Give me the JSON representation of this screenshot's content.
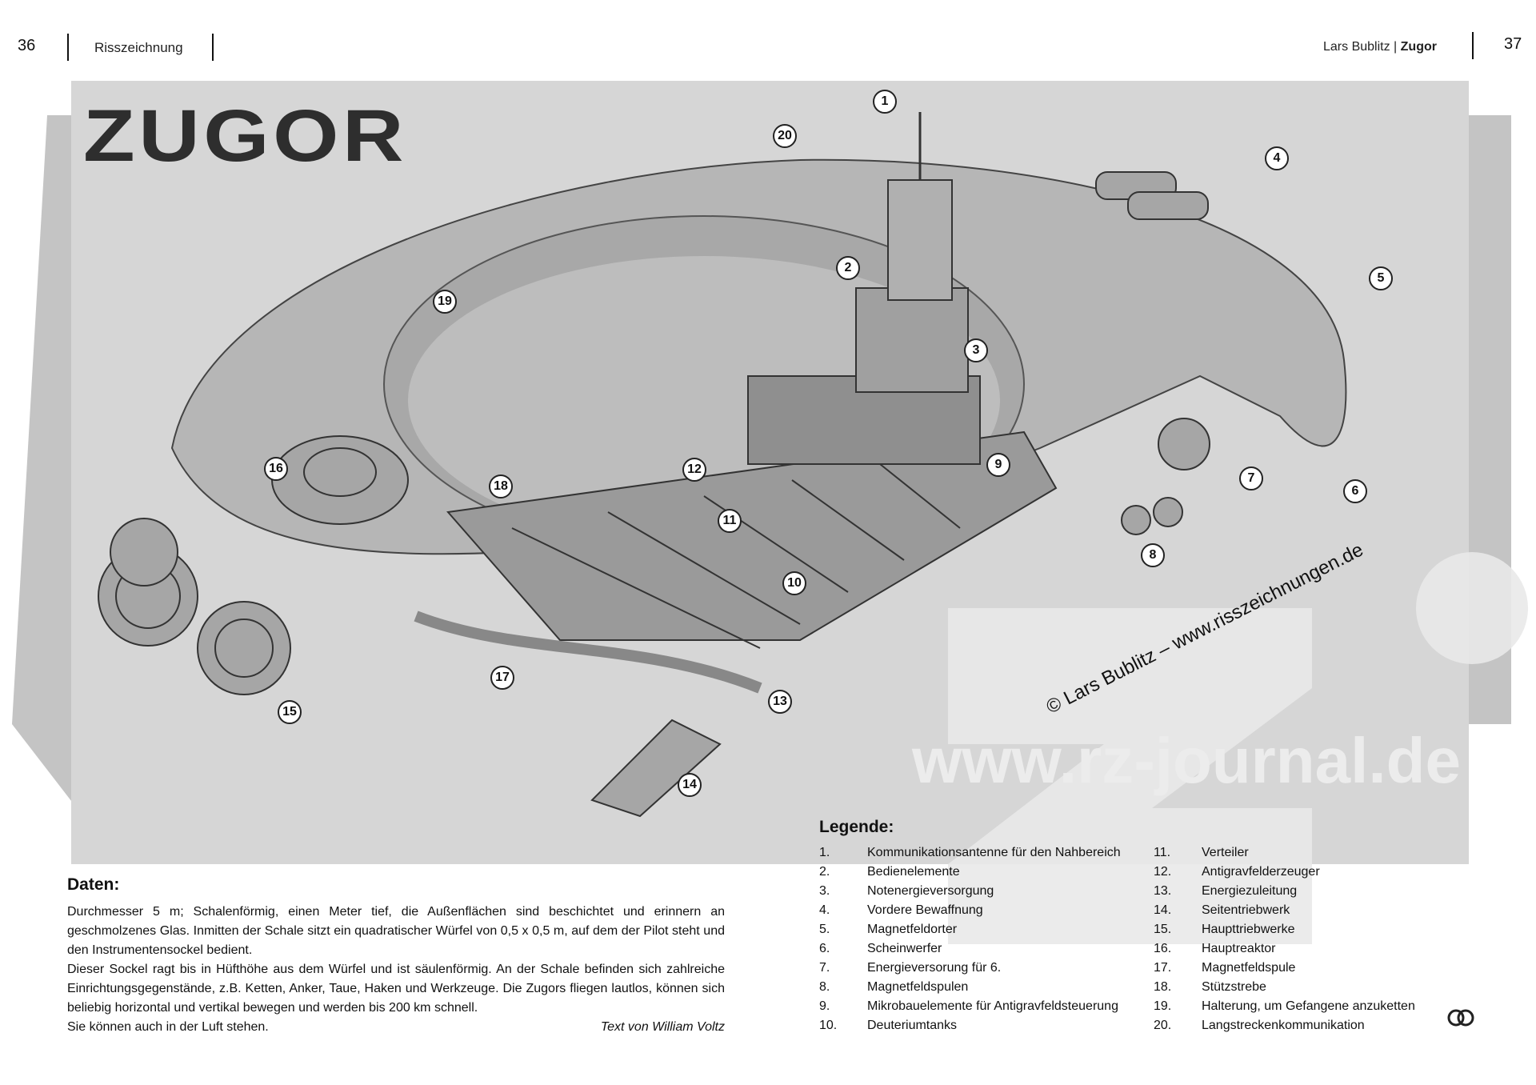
{
  "header": {
    "left_page_number": "36",
    "left_section": "Risszeichnung",
    "right_author": "Lars Bublitz",
    "right_title": "Zugor",
    "right_page_number": "37",
    "separator": "|"
  },
  "title": "ZUGOR",
  "copyright": "© Lars Bublitz – www.risszeichnungen.de",
  "callouts": [
    "1",
    "2",
    "3",
    "4",
    "5",
    "6",
    "7",
    "8",
    "9",
    "10",
    "11",
    "12",
    "13",
    "14",
    "15",
    "16",
    "17",
    "18",
    "19",
    "20"
  ],
  "daten": {
    "heading": "Daten:",
    "paragraph1": "Durchmesser 5 m; Schalenförmig, einen Meter tief, die Außenflächen sind beschichtet und erinnern an geschmolzenes Glas. Inmitten der Schale sitzt ein quadratischer Würfel von 0,5 x 0,5 m, auf dem der Pilot steht und den Instrumentensockel bedient.",
    "paragraph2": "Dieser Sockel ragt bis in Hüfthöhe aus dem Würfel und ist säulenförmig. An der Schale befinden sich zahlreiche Einrichtungsgegenstände, z.B. Ketten, Anker, Taue, Haken und Werkzeuge. Die Zugors fliegen lautlos, können sich beliebig horizontal und vertikal bewegen und werden bis 200 km schnell.",
    "paragraph3": "Sie können auch in der Luft stehen.",
    "author": "Text von William Voltz"
  },
  "legend": {
    "heading": "Legende:",
    "items": [
      {
        "n": "1.",
        "t": "Kommunikationsantenne für den Nahbereich"
      },
      {
        "n": "2.",
        "t": "Bedienelemente"
      },
      {
        "n": "3.",
        "t": "Notenergieversorgung"
      },
      {
        "n": "4.",
        "t": "Vordere Bewaffnung"
      },
      {
        "n": "5.",
        "t": "Magnetfeldorter"
      },
      {
        "n": "6.",
        "t": "Scheinwerfer"
      },
      {
        "n": "7.",
        "t": "Energieversorung für 6."
      },
      {
        "n": "8.",
        "t": "Magnetfeldspulen"
      },
      {
        "n": "9.",
        "t": "Mikrobauelemente für Antigravfeldsteuerung"
      },
      {
        "n": "10.",
        "t": "Deuteriumtanks"
      },
      {
        "n": "11.",
        "t": "Verteiler"
      },
      {
        "n": "12.",
        "t": "Antigravfelderzeuger"
      },
      {
        "n": "13.",
        "t": "Energiezuleitung"
      },
      {
        "n": "14.",
        "t": "Seitentriebwerk"
      },
      {
        "n": "15.",
        "t": "Haupttriebwerke"
      },
      {
        "n": "16.",
        "t": "Hauptreaktor"
      },
      {
        "n": "17.",
        "t": "Magnetfeldspule"
      },
      {
        "n": "18.",
        "t": "Stützstrebe"
      },
      {
        "n": "19.",
        "t": "Halterung, um Gefangene anzuketten"
      },
      {
        "n": "20.",
        "t": "Langstreckenkommunikation"
      }
    ]
  },
  "watermark": "www.rz-journal.de"
}
